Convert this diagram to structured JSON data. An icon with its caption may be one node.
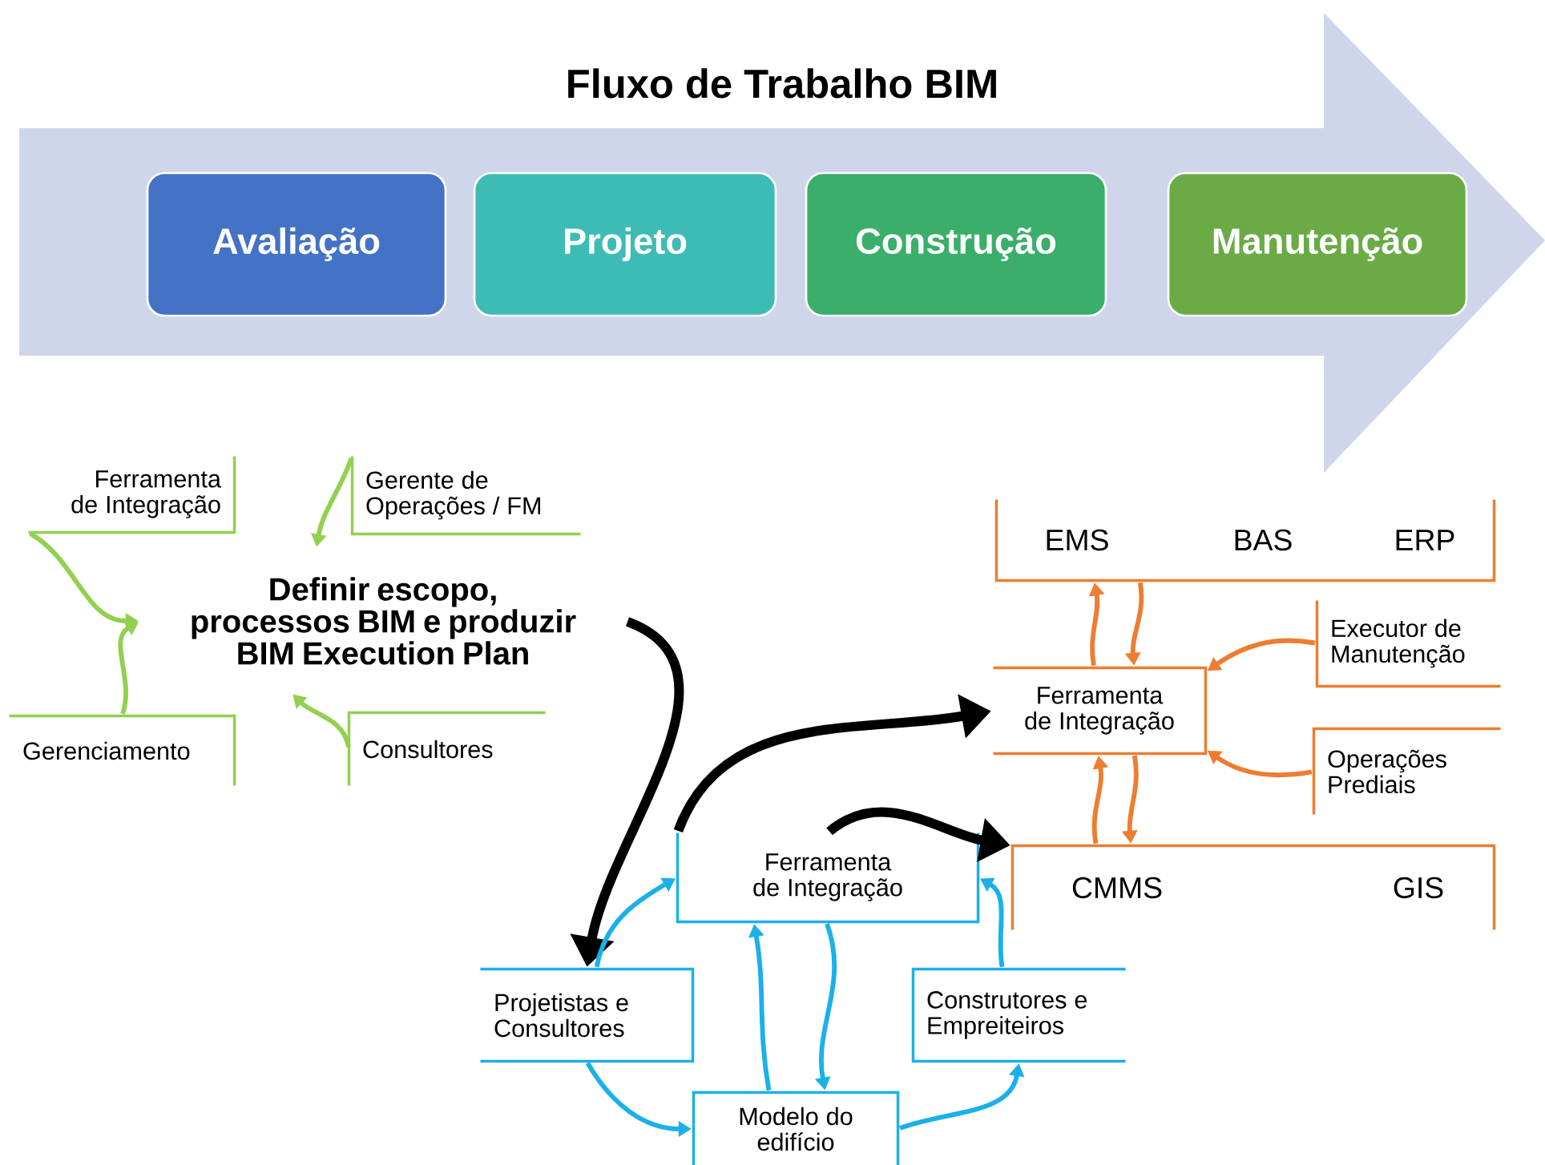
{
  "diagram": {
    "title": "Fluxo de Trabalho BIM",
    "nodes": [
      {
        "text": [],
        "shape": "arrow"
      },
      {
        "text": [
          "Avaliação"
        ],
        "in": 0
      },
      {
        "text": [
          "Projeto"
        ],
        "in": 0
      },
      {
        "text": [
          "Construção"
        ],
        "in": 0
      },
      {
        "text": [
          "Manutenção"
        ],
        "in": 0
      },
      {
        "text": [
          "Ferramenta de Integração"
        ]
      },
      {
        "text": [
          "Gerente de Operações / FM"
        ]
      },
      {
        "text": [
          "Definir escopo, processos BIM e produzir BIM Execution Plan"
        ]
      },
      {
        "text": [
          "Gerenciamento"
        ]
      },
      {
        "text": [
          "Consultores"
        ]
      },
      {
        "text": [
          "EMS",
          "BAS",
          "ERP"
        ]
      },
      {
        "text": [
          "Executor de Manutenção"
        ]
      },
      {
        "text": [
          "Ferramenta de Integração"
        ]
      },
      {
        "text": [
          "Operações Prediais"
        ]
      },
      {
        "text": [
          "CMMS",
          "GIS"
        ]
      },
      {
        "text": [
          "Ferramenta de Integração"
        ]
      },
      {
        "text": [
          "Projetistas e Consultores"
        ]
      },
      {
        "text": [
          "Construtores e Empreiteiros"
        ]
      },
      {
        "text": [
          "Modelo do edifício"
        ]
      }
    ],
    "edges": [
      {
        "from": 5,
        "to": 7,
        "arrow": "to",
        "color": "#92d050"
      },
      {
        "from": 6,
        "to": 7,
        "arrow": "to",
        "color": "#92d050"
      },
      {
        "from": 8,
        "to": 7,
        "arrow": "to",
        "color": "#92d050"
      },
      {
        "from": 9,
        "to": 7,
        "arrow": "to",
        "color": "#92d050"
      },
      {
        "from": 7,
        "to": 16,
        "arrow": "to",
        "style": "thick",
        "color": "#000000"
      },
      {
        "from": 15,
        "to": 12,
        "arrow": "to",
        "style": "thick",
        "color": "#000000"
      },
      {
        "from": 15,
        "to": 14,
        "arrow": "to",
        "style": "thick",
        "color": "#000000"
      },
      {
        "from": 12,
        "to": 10,
        "arrow": "to",
        "color": "#ed7d31"
      },
      {
        "from": 10,
        "to": 12,
        "arrow": "to",
        "color": "#ed7d31"
      },
      {
        "from": 11,
        "to": 12,
        "arrow": "to",
        "color": "#ed7d31"
      },
      {
        "from": 13,
        "to": 12,
        "arrow": "to",
        "color": "#ed7d31"
      },
      {
        "from": 14,
        "to": 12,
        "arrow": "to",
        "color": "#ed7d31"
      },
      {
        "from": 12,
        "to": 14,
        "arrow": "to",
        "color": "#ed7d31"
      },
      {
        "from": 16,
        "to": 15,
        "arrow": "to",
        "color": "#1bb0ea"
      },
      {
        "from": 17,
        "to": 15,
        "arrow": "to",
        "color": "#1bb0ea"
      },
      {
        "from": 15,
        "to": 18,
        "arrow": "to",
        "color": "#1bb0ea"
      },
      {
        "from": 18,
        "to": 15,
        "arrow": "to",
        "color": "#1bb0ea"
      },
      {
        "from": 16,
        "to": 18,
        "arrow": "to",
        "color": "#1bb0ea"
      },
      {
        "from": 18,
        "to": 17,
        "arrow": "to",
        "color": "#1bb0ea"
      }
    ]
  }
}
